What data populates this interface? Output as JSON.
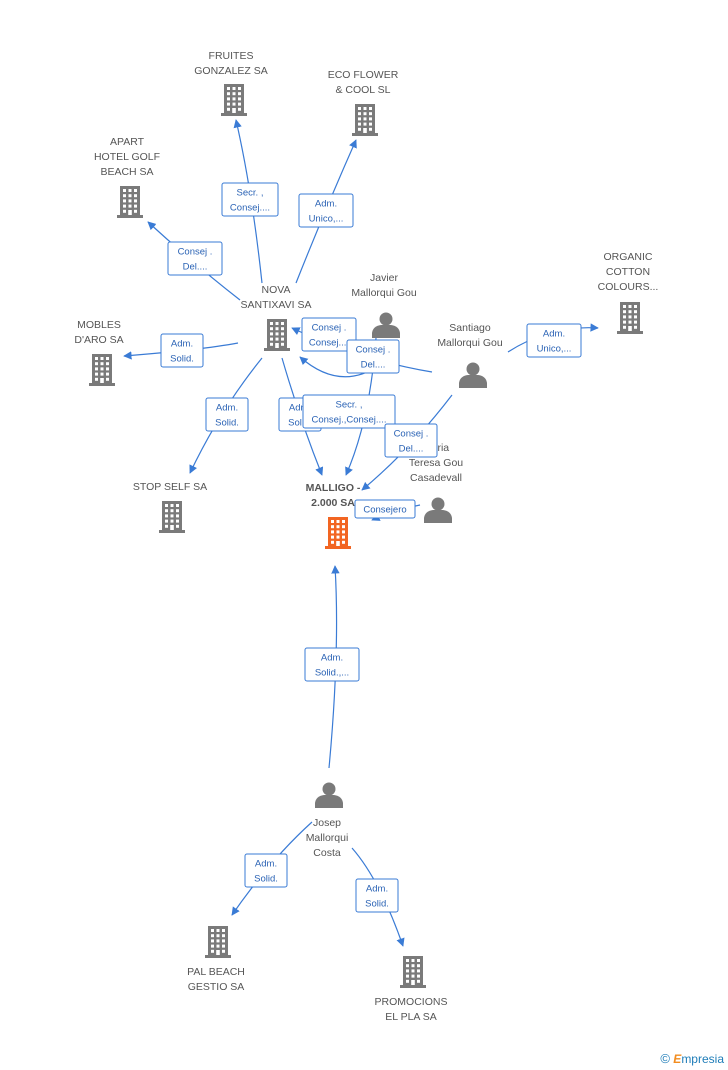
{
  "colors": {
    "edge": "#3a7bd5",
    "company": "#7a7a7a",
    "main_company": "#f26522",
    "person": "#7a7a7a"
  },
  "nodes": [
    {
      "id": "fruites",
      "type": "company",
      "label": [
        "FRUITES",
        "GONZALEZ SA"
      ]
    },
    {
      "id": "eco",
      "type": "company",
      "label": [
        "ECO FLOWER",
        "& COOL SL"
      ]
    },
    {
      "id": "apart",
      "type": "company",
      "label": [
        "APART",
        "HOTEL GOLF",
        "BEACH SA"
      ]
    },
    {
      "id": "nova",
      "type": "company",
      "label": [
        "NOVA",
        "SANTIXAVI SA"
      ]
    },
    {
      "id": "javier",
      "type": "person",
      "label": [
        "Javier",
        "Mallorqui Gou"
      ]
    },
    {
      "id": "organic",
      "type": "company",
      "label": [
        "ORGANIC",
        "COTTON",
        "COLOURS..."
      ]
    },
    {
      "id": "santiago",
      "type": "person",
      "label": [
        "Santiago",
        "Mallorqui Gou"
      ]
    },
    {
      "id": "mobles",
      "type": "company",
      "label": [
        "MOBLES",
        "D'ARO SA"
      ]
    },
    {
      "id": "maria",
      "type": "person",
      "label": [
        "Maria",
        "Teresa Gou",
        "Casadevall"
      ]
    },
    {
      "id": "stop",
      "type": "company",
      "label": [
        "STOP SELF SA"
      ]
    },
    {
      "id": "malligo",
      "type": "main",
      "label": [
        "MALLIGO -",
        "2.000 SA"
      ]
    },
    {
      "id": "josep",
      "type": "person",
      "label": [
        "Josep",
        "Mallorqui",
        "Costa"
      ]
    },
    {
      "id": "pal",
      "type": "company",
      "label": [
        "PAL BEACH",
        "GESTIO SA"
      ]
    },
    {
      "id": "promo",
      "type": "company",
      "label": [
        "PROMOCIONS",
        "EL PLA SA"
      ]
    }
  ],
  "edges": [
    {
      "id": "e1",
      "from": "nova",
      "to": "fruites",
      "label": [
        "Secr. ,",
        "Consej...."
      ]
    },
    {
      "id": "e2",
      "from": "nova",
      "to": "eco",
      "label": [
        "Adm.",
        "Unico,..."
      ]
    },
    {
      "id": "e3",
      "from": "nova",
      "to": "apart",
      "label": [
        "Consej .",
        "Del...."
      ]
    },
    {
      "id": "e4",
      "from": "nova",
      "to": "mobles",
      "label": [
        "Adm.",
        "Solid."
      ]
    },
    {
      "id": "e5",
      "from": "nova",
      "to": "stop",
      "label": [
        "Adm.",
        "Solid."
      ]
    },
    {
      "id": "e6",
      "from": "nova",
      "to": "malligo",
      "label": [
        "Adm.",
        "Solid."
      ]
    },
    {
      "id": "e7",
      "from": "javier",
      "to": "nova",
      "label": [
        "Consej .",
        "Consej...."
      ]
    },
    {
      "id": "e8",
      "from": "santiago",
      "to": "nova",
      "label": [
        "Consej .",
        "Del...."
      ]
    },
    {
      "id": "e9",
      "from": "javier",
      "to": "malligo",
      "label": [
        "Secr. ,",
        "Consej.,Consej...."
      ]
    },
    {
      "id": "e10",
      "from": "santiago",
      "to": "organic",
      "label": [
        "Adm.",
        "Unico,..."
      ]
    },
    {
      "id": "e11",
      "from": "santiago",
      "to": "malligo",
      "label": [
        "Consej .",
        "Del...."
      ]
    },
    {
      "id": "e12",
      "from": "maria",
      "to": "malligo",
      "label": [
        "Consejero"
      ]
    },
    {
      "id": "e13",
      "from": "josep",
      "to": "malligo",
      "label": [
        "Adm.",
        "Solid.,..."
      ]
    },
    {
      "id": "e14",
      "from": "josep",
      "to": "pal",
      "label": [
        "Adm.",
        "Solid."
      ]
    },
    {
      "id": "e15",
      "from": "josep",
      "to": "promo",
      "label": [
        "Adm.",
        "Solid."
      ]
    }
  ],
  "watermark": {
    "copyright": "©",
    "brand_initial": "E",
    "brand_rest": "mpresia"
  }
}
